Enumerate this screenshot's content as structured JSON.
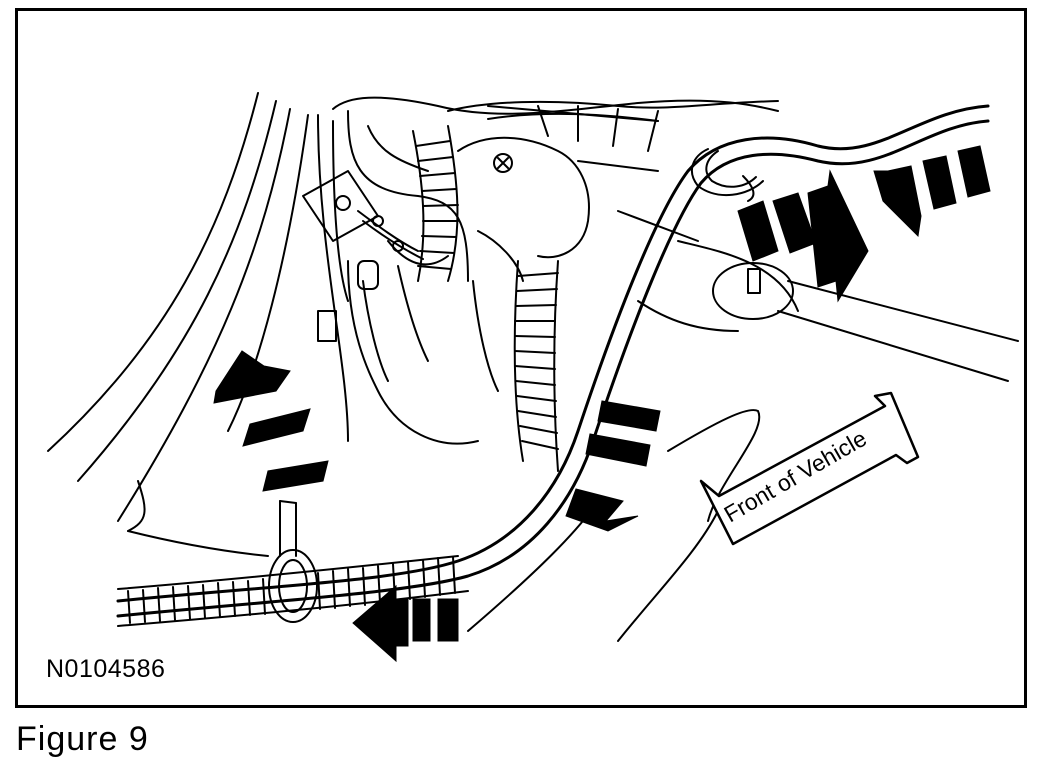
{
  "figure": {
    "caption": "Figure 9",
    "reference_code": "N0104586",
    "direction_label": "Front of Vehicle"
  },
  "colors": {
    "line": "#000000",
    "background": "#ffffff"
  },
  "icons": [
    "arrow-up-left-icon",
    "arrow-down-left-icon",
    "arrow-left-icon",
    "arrow-down-right-icon",
    "arrow-left-up-icon",
    "direction-arrow-icon"
  ]
}
